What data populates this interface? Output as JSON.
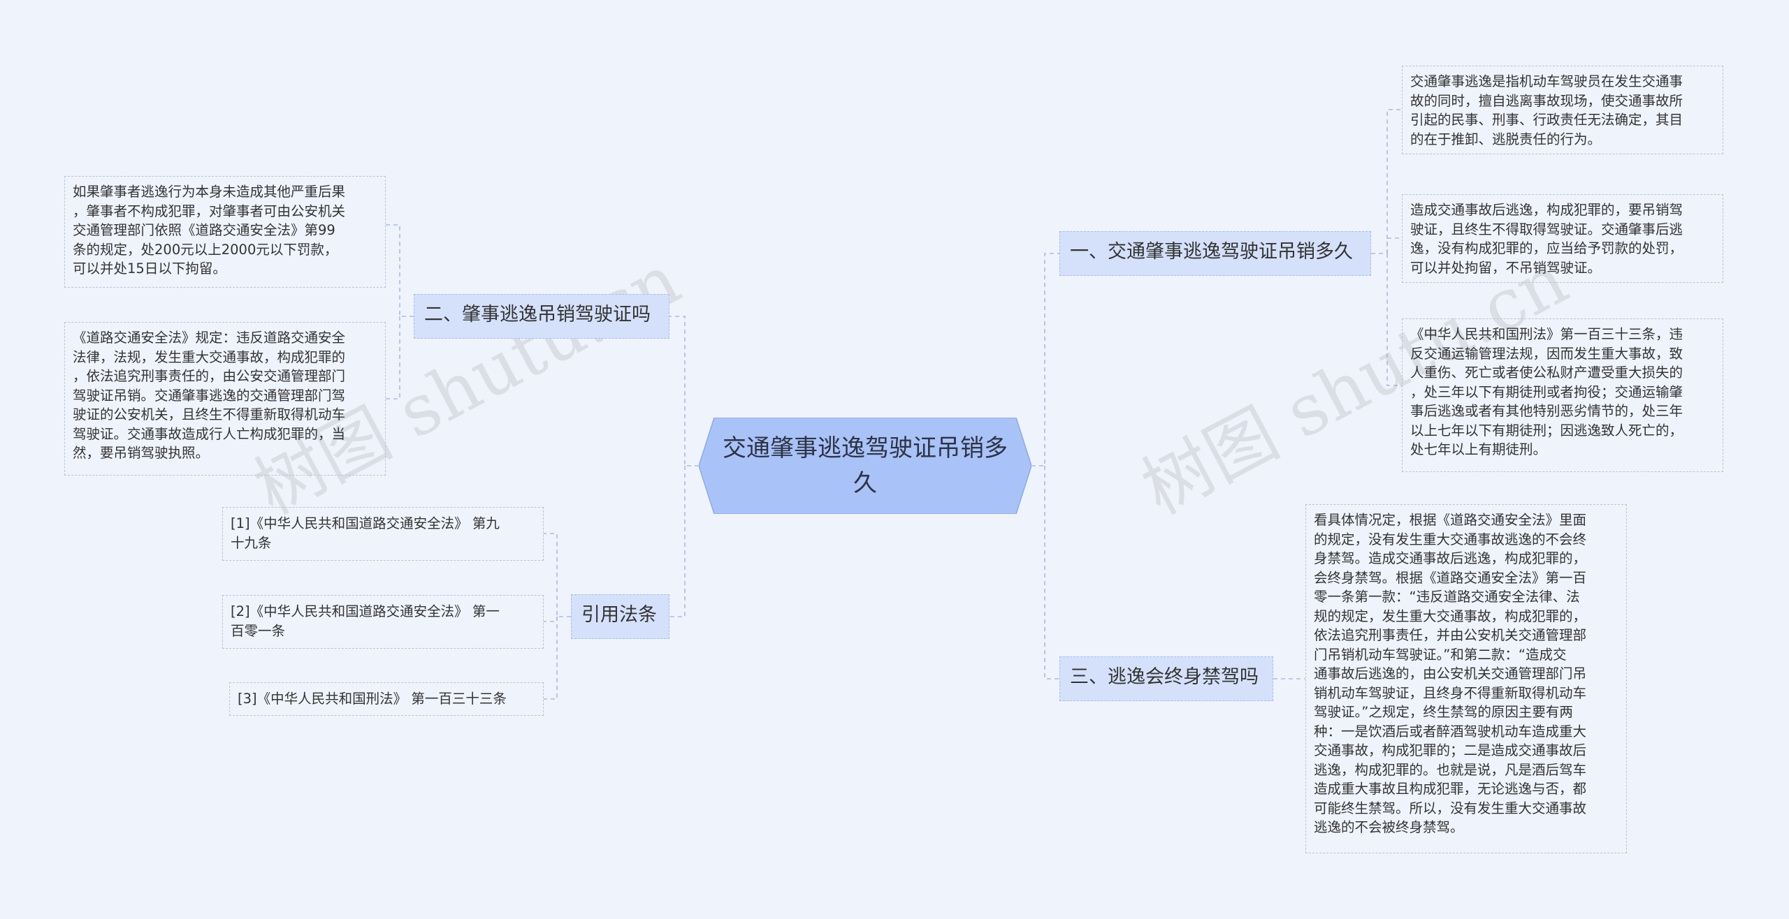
{
  "root": {
    "title": "交通肇事逃逸驾驶证吊销多久"
  },
  "watermarks": [
    "树图 shutu.cn",
    "树图 shutu.cn"
  ],
  "branches": {
    "b1": {
      "label": "一、交通肇事逃逸驾驶证吊销多久",
      "leaves": [
        "交通肇事逃逸是指机动车驾驶员在发生交通事\n故的同时，擅自逃离事故现场，使交通事故所\n引起的民事、刑事、行政责任无法确定，其目\n的在于推卸、逃脱责任的行为。",
        "造成交通事故后逃逸，构成犯罪的，要吊销驾\n驶证，且终生不得取得驾驶证。交通肇事后逃\n逸，没有构成犯罪的，应当给予罚款的处罚，\n可以并处拘留，不吊销驾驶证。",
        "《中华人民共和国刑法》第一百三十三条，违\n反交通运输管理法规，因而发生重大事故，致\n人重伤、死亡或者使公私财产遭受重大损失的\n，处三年以下有期徒刑或者拘役；交通运输肇\n事后逃逸或者有其他特别恶劣情节的，处三年\n以上七年以下有期徒刑；因逃逸致人死亡的，\n处七年以上有期徒刑。"
      ]
    },
    "b2": {
      "label": "二、肇事逃逸吊销驾驶证吗",
      "leaves": [
        "如果肇事者逃逸行为本身未造成其他严重后果\n，肇事者不构成犯罪，对肇事者可由公安机关\n交通管理部门依照《道路交通安全法》第99\n条的规定，处200元以上2000元以下罚款，\n可以并处15日以下拘留。",
        "《道路交通安全法》规定：违反道路交通安全\n法律，法规，发生重大交通事故，构成犯罪的\n，依法追究刑事责任的，由公安交通管理部门\n驾驶证吊销。交通肇事逃逸的交通管理部门驾\n驶证的公安机关，且终生不得重新取得机动车\n驾驶证。交通事故造成行人亡构成犯罪的，当\n然，要吊销驾驶执照。"
      ]
    },
    "b3": {
      "label": "三、逃逸会终身禁驾吗",
      "leaves": [
        "看具体情况定，根据《道路交通安全法》里面\n的规定，没有发生重大交通事故逃逸的不会终\n身禁驾。造成交通事故后逃逸，构成犯罪的，\n会终身禁驾。根据《道路交通安全法》第一百\n零一条第一款：“违反道路交通安全法律、法\n规的规定，发生重大交通事故，构成犯罪的，\n依法追究刑事责任，并由公安机关交通管理部\n门吊销机动车驾驶证。”和第二款：“造成交\n通事故后逃逸的，由公安机关交通管理部门吊\n销机动车驾驶证，且终身不得重新取得机动车\n驾驶证。”之规定，终生禁驾的原因主要有两\n种：一是饮酒后或者醉酒驾驶机动车造成重大\n交通事故，构成犯罪的；二是造成交通事故后\n逃逸，构成犯罪的。也就是说，凡是酒后驾车\n造成重大事故且构成犯罪，无论逃逸与否，都\n可能终生禁驾。所以，没有发生重大交通事故\n逃逸的不会被终身禁驾。"
      ]
    },
    "b4": {
      "label": "引用法条",
      "leaves": [
        "[1]《中华人民共和国道路交通安全法》 第九\n十九条",
        "[2]《中华人民共和国道路交通安全法》 第一\n百零一条",
        "[3]《中华人民共和国刑法》 第一百三十三条"
      ]
    }
  },
  "colors": {
    "background": "#eff3fb",
    "root": "#a9c2f8",
    "branch": "#d5e1fb",
    "line": "#9fb6e2"
  }
}
